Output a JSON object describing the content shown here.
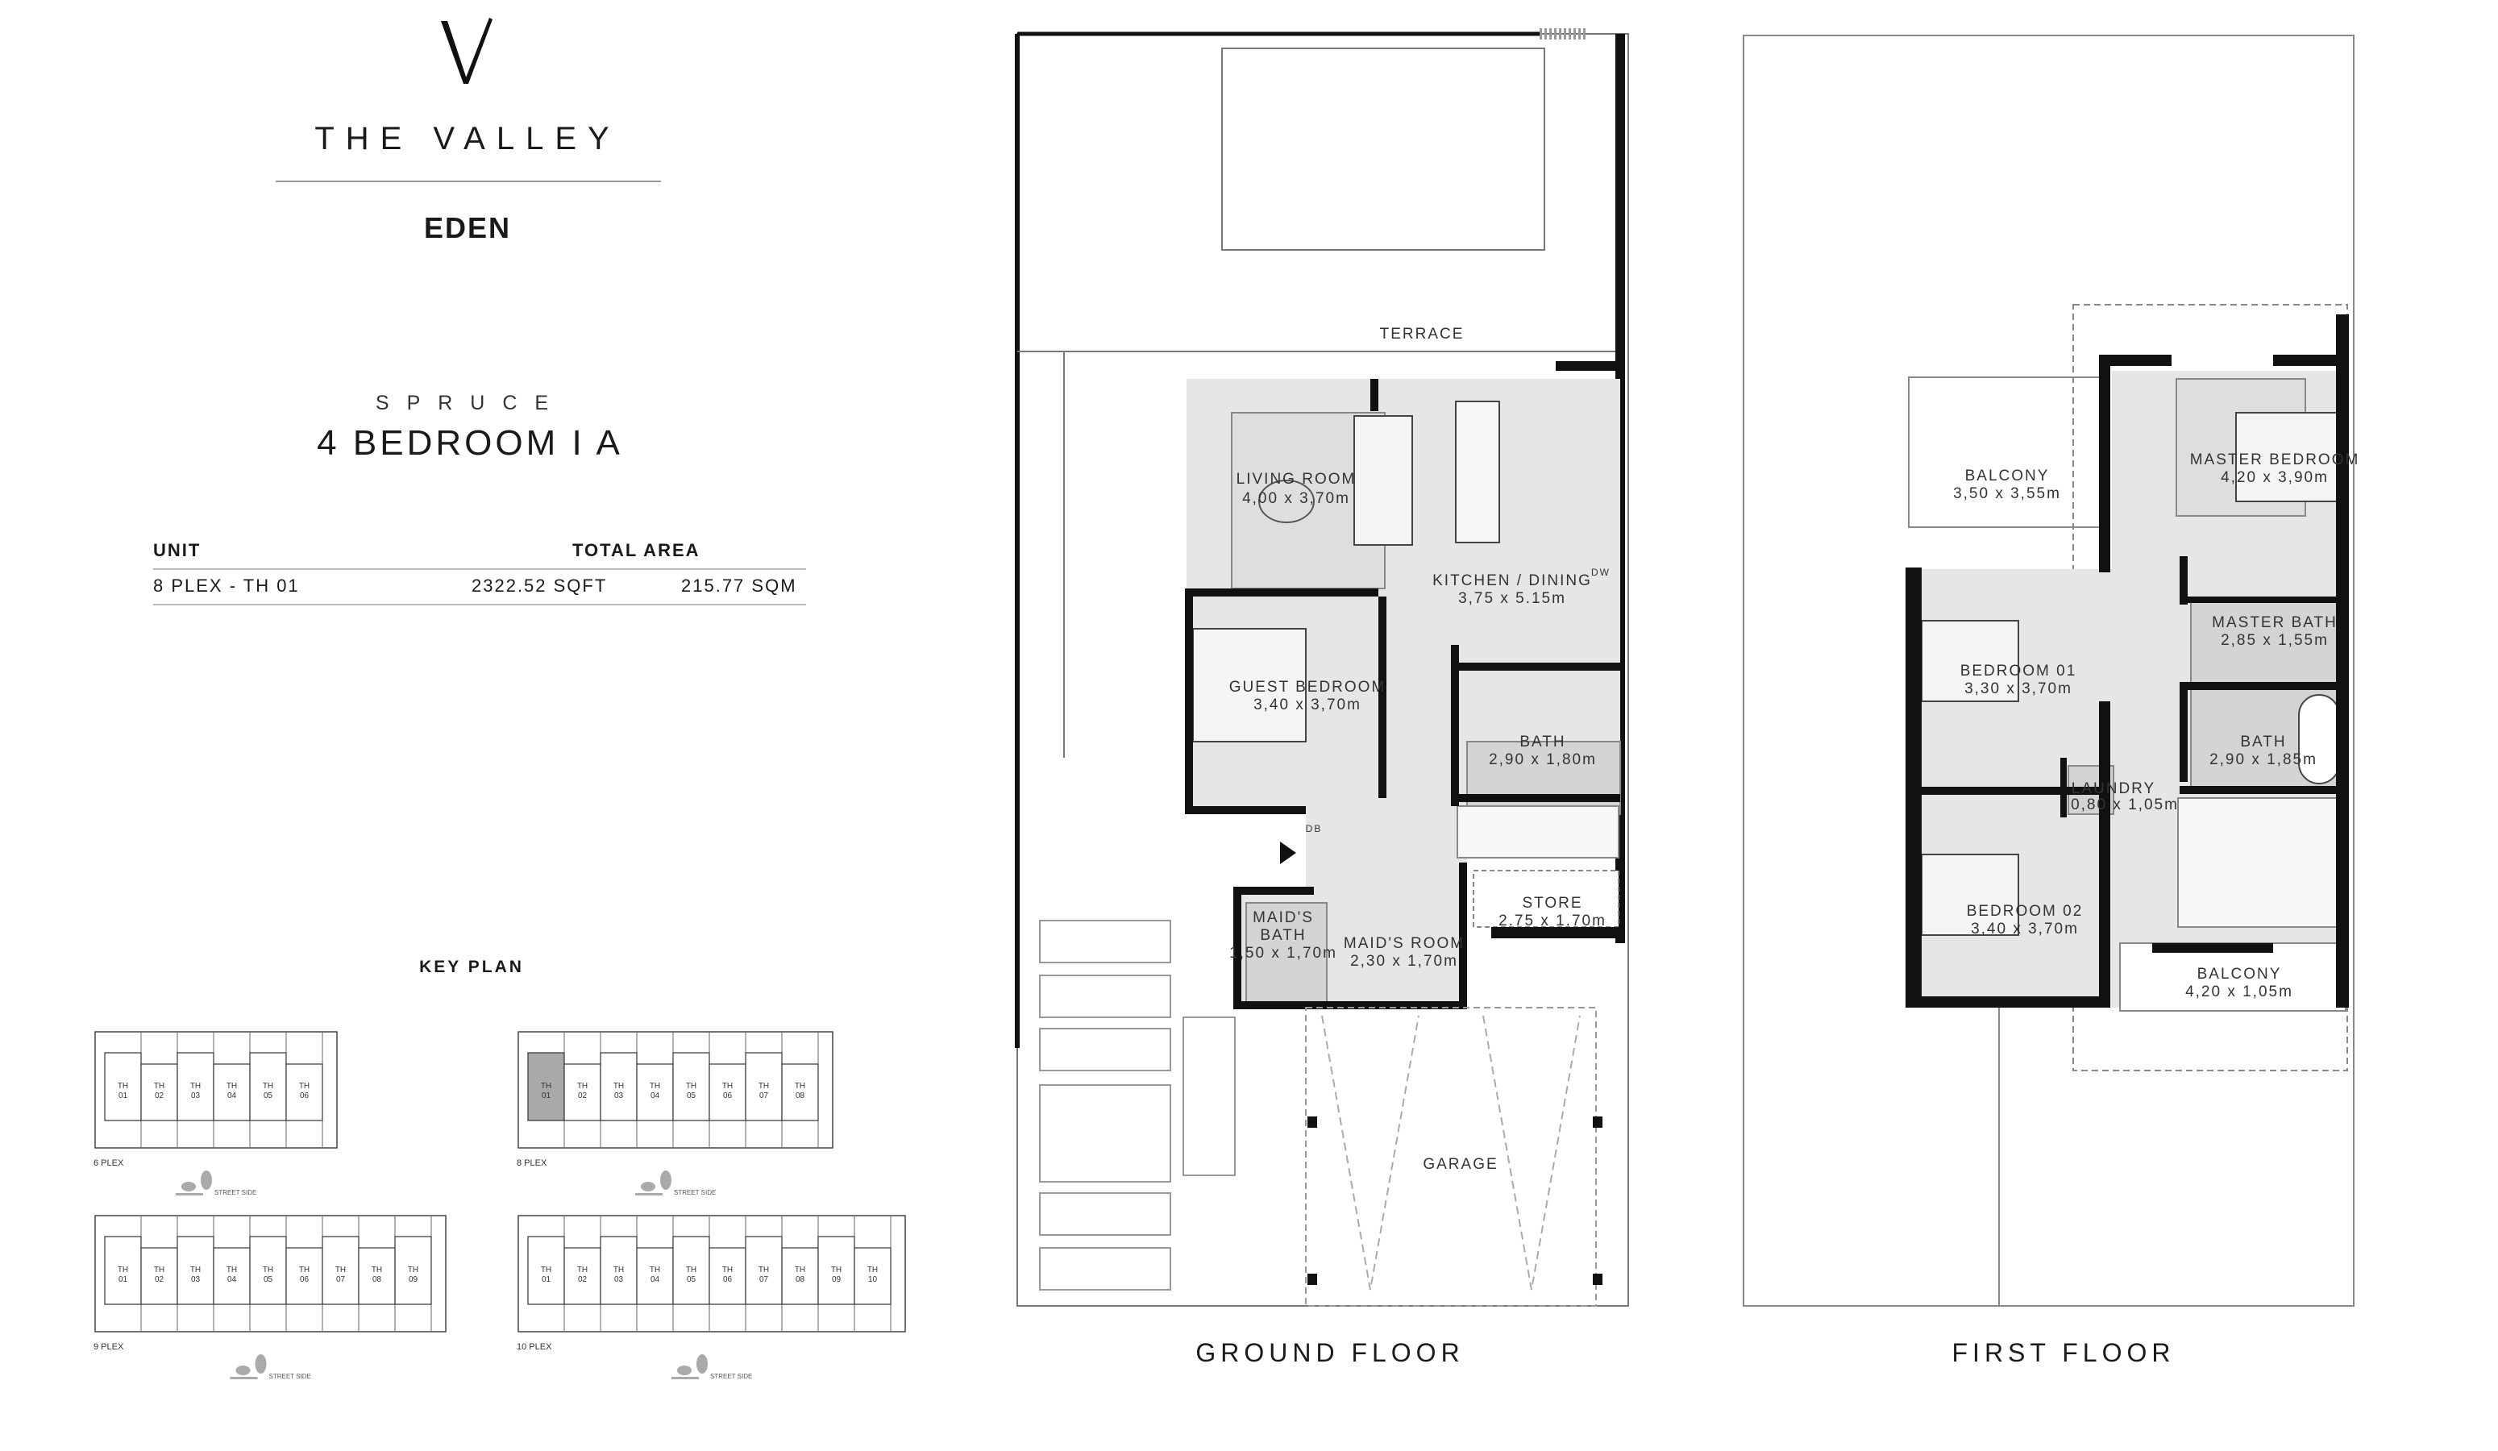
{
  "brand": {
    "logo_letter": "V",
    "name": "THE VALLEY",
    "community": "EDEN"
  },
  "unit": {
    "series": "SPRUCE",
    "type": "4 BEDROOM I A"
  },
  "table": {
    "headers": {
      "unit": "UNIT",
      "total_area": "TOTAL AREA"
    },
    "row": {
      "unit": "8 PLEX - TH 01",
      "sqft": "2322.52 SQFT",
      "sqm": "215.77 SQM"
    }
  },
  "key_plan": {
    "title": "KEY PLAN",
    "street_label": "STREET SIDE",
    "highlight_color": "#a9a9a9",
    "plexes": [
      {
        "label": "6 PLEX",
        "units": [
          "01",
          "02",
          "03",
          "04",
          "05",
          "06"
        ],
        "highlight": null
      },
      {
        "label": "8 PLEX",
        "units": [
          "01",
          "02",
          "03",
          "04",
          "05",
          "06",
          "07",
          "08"
        ],
        "highlight": "01"
      },
      {
        "label": "9 PLEX",
        "units": [
          "01",
          "02",
          "03",
          "04",
          "05",
          "06",
          "07",
          "08",
          "09"
        ],
        "highlight": null
      },
      {
        "label": "10 PLEX",
        "units": [
          "01",
          "02",
          "03",
          "04",
          "05",
          "06",
          "07",
          "08",
          "09",
          "10"
        ],
        "highlight": null
      }
    ],
    "unit_prefix": "TH"
  },
  "ground_floor": {
    "title": "GROUND FLOOR",
    "terrace": "TERRACE",
    "garage": "GARAGE",
    "living_room": {
      "name": "LIVING ROOM",
      "size": "4,00 x 3,70m"
    },
    "kitchen": {
      "name": "KITCHEN / DINING",
      "size": "3,75 x 5.15m"
    },
    "guest_bedroom": {
      "name": "GUEST BEDROOM",
      "size": "3,40 x 3,70m"
    },
    "bath": {
      "name": "BATH",
      "size": "2,90 x 1,80m"
    },
    "store": {
      "name": "STORE",
      "size": "2.75 x 1.70m"
    },
    "maids_bath": {
      "name1": "MAID'S",
      "name2": "BATH",
      "size": "1,50 x 1,70m"
    },
    "maids_room": {
      "name": "MAID'S ROOM",
      "size": "2,30 x 1,70m"
    },
    "dw": "DW",
    "db": "DB"
  },
  "first_floor": {
    "title": "FIRST FLOOR",
    "balcony_1": {
      "name": "BALCONY",
      "size": "3,50 x 3,55m"
    },
    "master_bedroom": {
      "name": "MASTER BEDROOM",
      "size": "4,20 x 3,90m"
    },
    "master_bath": {
      "name": "MASTER BATH",
      "size": "2,85 x 1,55m"
    },
    "bedroom_01": {
      "name": "BEDROOM 01",
      "size": "3,30 x 3,70m"
    },
    "bath": {
      "name": "BATH",
      "size": "2,90 x 1,85m"
    },
    "laundry": {
      "name": "LAUNDRY",
      "size": "0,80 x 1,05m"
    },
    "bedroom_02": {
      "name": "BEDROOM 02",
      "size": "3,40 x 3,70m"
    },
    "balcony_2": {
      "name": "BALCONY",
      "size": "4,20 x 1,05m"
    }
  }
}
